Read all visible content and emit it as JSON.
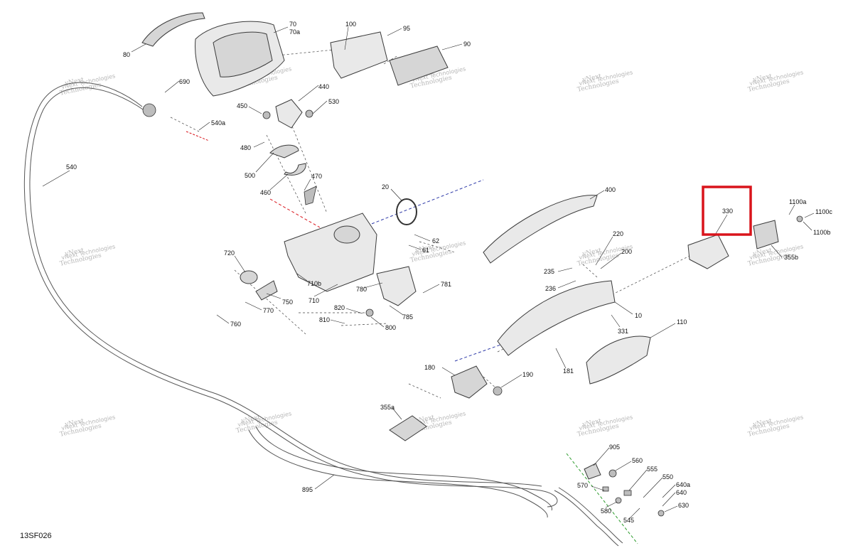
{
  "drawing_code": "13SF026",
  "highlight": {
    "part": "330",
    "color": "#d9141b"
  },
  "watermark": {
    "line1": "vNext",
    "line2": "Technologies",
    "line3": "vNext Technologies"
  },
  "accent_lines": {
    "blue": "#2e3aa8",
    "red": "#d9141b",
    "green": "#2a9a2a"
  },
  "labels": {
    "p80": "80",
    "p70": "70",
    "p70a": "70a",
    "p100": "100",
    "p95": "95",
    "p90": "90",
    "p690": "690",
    "p440": "440",
    "p450": "450",
    "p530": "530",
    "p540a": "540a",
    "p480": "480",
    "p500": "500",
    "p470": "470",
    "p460": "460",
    "p540": "540",
    "p20": "20",
    "p400": "400",
    "p330": "330",
    "p1100a": "1100a",
    "p1100c": "1100c",
    "p1100b": "1100b",
    "p355b": "355b",
    "p62": "62",
    "p61": "61",
    "p220": "220",
    "p200": "200",
    "p720": "720",
    "p235": "235",
    "p236": "236",
    "p710b": "710b",
    "p710": "710",
    "p780": "780",
    "p781": "781",
    "p750": "750",
    "p770": "770",
    "p820": "820",
    "p10": "10",
    "p785": "785",
    "p810": "810",
    "p800": "800",
    "p760": "760",
    "p331": "331",
    "p110": "110",
    "p181": "181",
    "p180": "180",
    "p190": "190",
    "p355a": "355a",
    "p905": "905",
    "p560": "560",
    "p555": "555",
    "p550": "550",
    "p640a": "640a",
    "p640": "640",
    "p570": "570",
    "p630": "630",
    "p580": "580",
    "p545": "545",
    "p895": "895"
  }
}
